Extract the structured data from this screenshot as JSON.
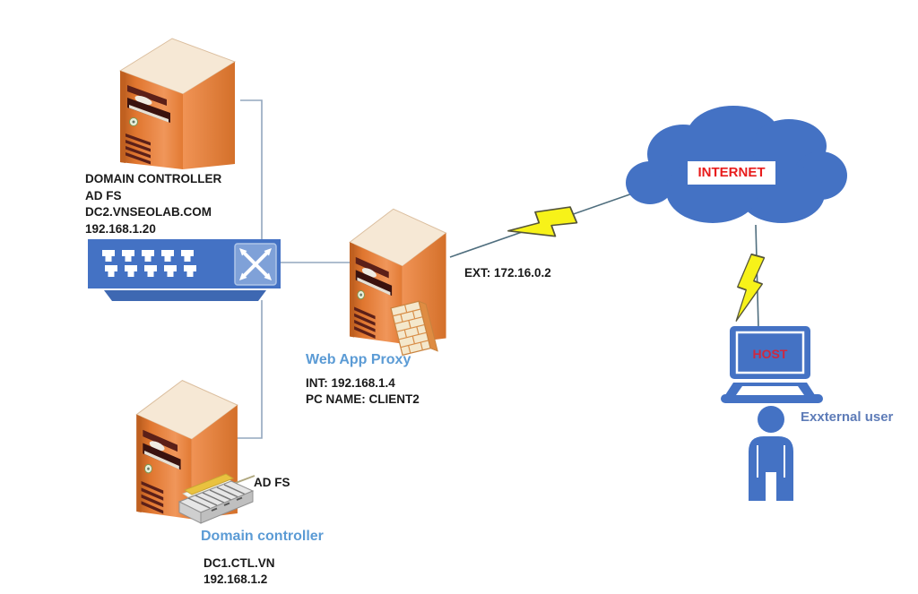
{
  "diagram": {
    "dc2": {
      "name": "DOMAIN CONTROLLER",
      "role": "AD FS",
      "fqdn": "DC2.VNSEOLAB.COM",
      "ip": "192.168.1.20"
    },
    "wap": {
      "title": "Web App Proxy",
      "int_line": "INT: 192.168.1.4",
      "pc_line": "PC NAME: CLIENT2",
      "ext_line": "EXT: 172.16.0.2"
    },
    "internet": {
      "label": "INTERNET"
    },
    "host": {
      "label": "HOST"
    },
    "external_user": {
      "label": "Exxternal user"
    },
    "dc1": {
      "adfs": "AD FS",
      "title": "Domain controller",
      "fqdn": "DC1.CTL.VN",
      "ip": "192.168.1.2"
    }
  },
  "colors": {
    "node_blue": "#4472C4",
    "switch_chip_blue": "#7FA1D8",
    "label_blue": "#5B9BD5",
    "internet_red": "#E81C1C",
    "host_red": "#CE2840",
    "user_label_blue": "#5E7CB8",
    "bolt_yellow": "#F7F219",
    "link_gray": "#93A7BE",
    "link_dark": "#4F6E7E",
    "text_black": "#1A1A1A",
    "server_orange": "#E07F3C"
  }
}
